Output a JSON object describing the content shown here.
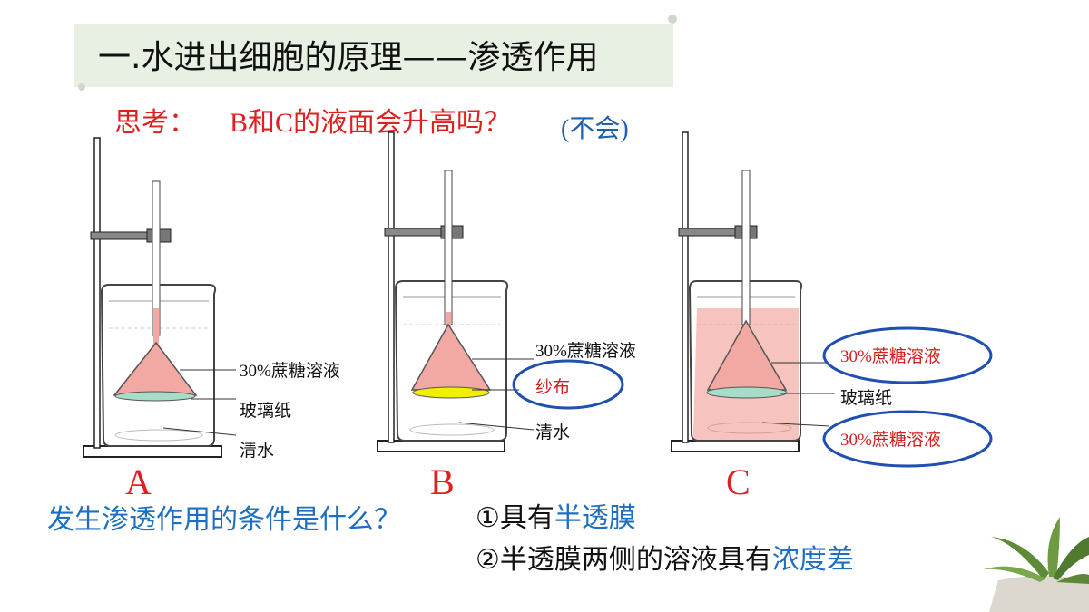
{
  "title": "一.水进出细胞的原理——渗透作用",
  "question1": {
    "prefix": "思考：",
    "text": "B和C的液面会升高吗？",
    "answer": "(不会)"
  },
  "setups": [
    {
      "id": "A",
      "labels": {
        "solution": "30%蔗糖溶液",
        "membrane": "玻璃纸",
        "water": "清水"
      }
    },
    {
      "id": "B",
      "labels": {
        "solution": "30%蔗糖溶液",
        "membrane": "纱布",
        "water": "清水"
      }
    },
    {
      "id": "C",
      "labels": {
        "solution_top": "30%蔗糖溶液",
        "membrane": "玻璃纸",
        "solution_bottom": "30%蔗糖溶液"
      }
    }
  ],
  "question2": "发生渗透作用的条件是什么？",
  "conditions": [
    {
      "prefix": "①具有",
      "highlight": "半透膜"
    },
    {
      "prefix": "②半透膜两侧的溶液具有",
      "highlight": "浓度差"
    }
  ],
  "colors": {
    "red": "#e02020",
    "blue": "#1f6fc0",
    "pink": "#f2a9a4",
    "green": "#a7dcc7",
    "yellow": "#f2f000",
    "circle": "#1f4fb0"
  }
}
